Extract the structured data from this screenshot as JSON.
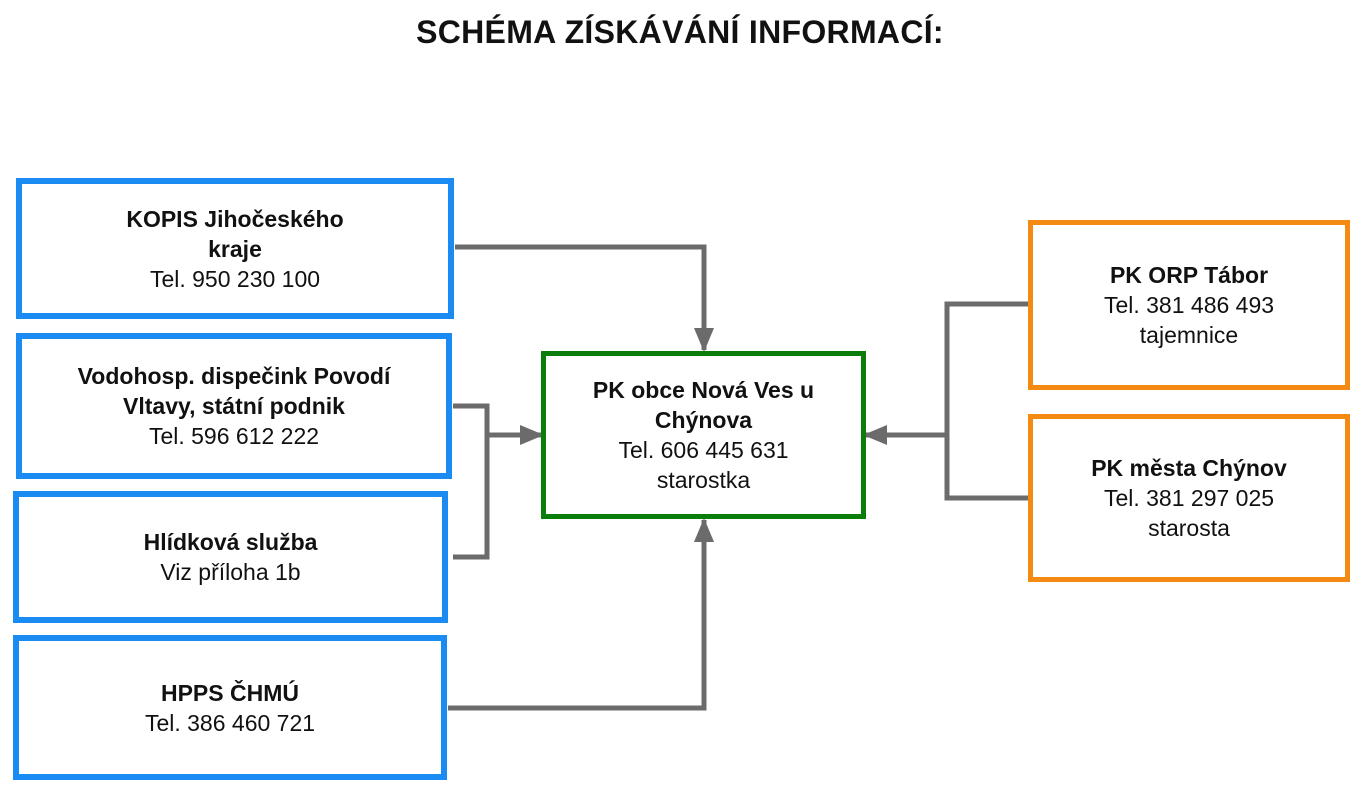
{
  "title": "SCHÉMA ZÍSKÁVÁNÍ INFORMACÍ:",
  "colors": {
    "source_border": "#1a8bf3",
    "center_border": "#0a7d0a",
    "right_border": "#f58a12",
    "connector": "#6b6b6b"
  },
  "nodes": {
    "kopis": {
      "name": "KOPIS Jihočeského kraje",
      "phone": "Tel. 950 230 100"
    },
    "vodohosp": {
      "name": "Vodohosp. dispečink Povodí Vltavy, státní podnik",
      "phone": "Tel. 596 612 222"
    },
    "hlidkova": {
      "name": "Hlídková služba",
      "detail": "Viz příloha 1b"
    },
    "hpps": {
      "name": "HPPS ČHMÚ",
      "phone": "Tel. 386 460 721"
    },
    "center": {
      "name": "PK obce Nová Ves u Chýnova",
      "phone": "Tel. 606 445 631",
      "role": "starostka"
    },
    "orp": {
      "name": "PK ORP Tábor",
      "phone": "Tel. 381 486 493",
      "role": "tajemnice"
    },
    "chynov": {
      "name": "PK města Chýnov",
      "phone": "Tel. 381 297 025",
      "role": "starosta"
    }
  },
  "connections": [
    {
      "from": "kopis",
      "to": "center"
    },
    {
      "from": "vodohosp",
      "to": "center"
    },
    {
      "from": "hlidkova",
      "to": "center"
    },
    {
      "from": "hpps",
      "to": "center"
    },
    {
      "from": "orp",
      "to": "center"
    },
    {
      "from": "chynov",
      "to": "center"
    }
  ]
}
